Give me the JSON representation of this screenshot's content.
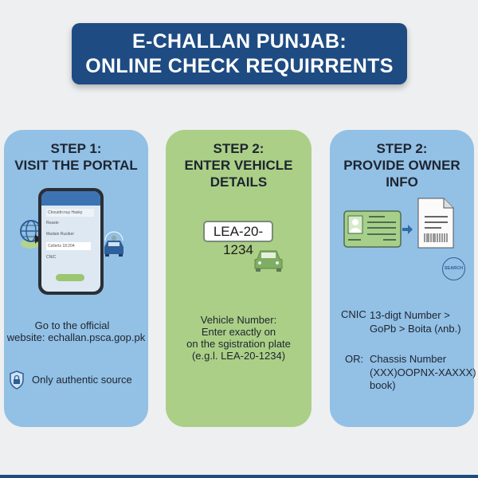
{
  "header": {
    "line1": "E-CHALLAN PUNJAB:",
    "line2": "ONLINE CHECK REQUIRRENTS"
  },
  "colors": {
    "navy": "#1e4b82",
    "card_blue": "#93c0e5",
    "card_green": "#abcf86",
    "background": "#eeeff0"
  },
  "step1": {
    "title1": "STEP 1:",
    "title2": "VISIT THE PORTAL",
    "phone_fields": [
      "Chouidn:nuy Hasky",
      "Reaste",
      "Madain Rusiber",
      "Cellerts 18:204",
      "CNIC"
    ],
    "line1": "Go to the official",
    "line2": "website: echallan.psca.gop.pk",
    "note": "Only authentic source",
    "icons": [
      "globe-icon",
      "cursor-icon",
      "smartphone-icon",
      "car-icon",
      "shield-lock-icon"
    ]
  },
  "step2": {
    "title1": "STEP 2:",
    "title2": "ENTER VEHICLE DETAILS",
    "plate": "LEA-20-1234",
    "lines": [
      "Vehicle Number:",
      "Enter exactly on",
      "on the sgistration plate",
      "(e.g.l. LEA-20-1234)"
    ],
    "icons": [
      "license-plate-icon",
      "car-icon"
    ]
  },
  "step3": {
    "title1": "STEP 2:",
    "title2": "PROVIDE OWNER INFO",
    "search_label": "SEARCH",
    "cnic_label": "CNIC",
    "cnic_line1": "13-digt Number >",
    "cnic_line2": "GoPb > Boita (ʌnb.)",
    "or_label": "OR:",
    "chassis_line1": "Chassis Number",
    "chassis_line2": "(XXX)OOPNX-XAXXX)",
    "chassis_line3": "book)",
    "icons": [
      "id-card-icon",
      "arrow-right-icon",
      "document-icon",
      "search-icon"
    ]
  }
}
